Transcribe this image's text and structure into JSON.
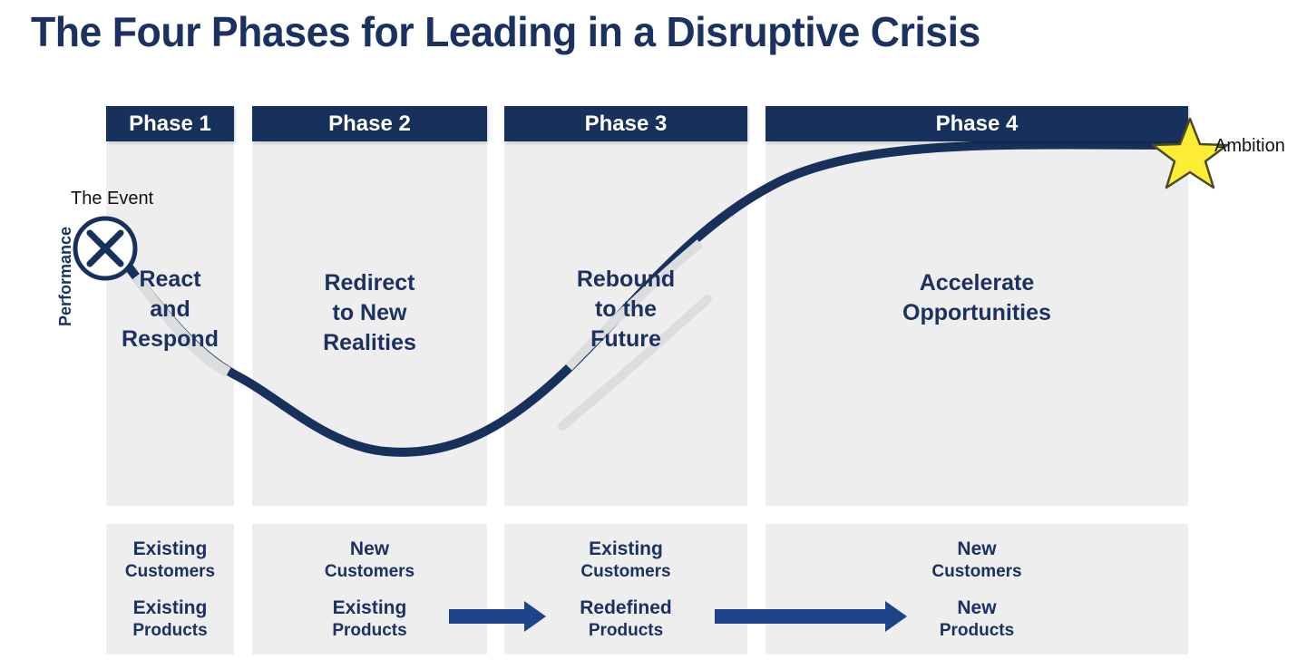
{
  "page": {
    "title": "The Four Phases for Leading in a Disruptive Crisis",
    "axis_label": "Performance",
    "event_label": "The Event",
    "ambition_label": "Ambition"
  },
  "colors": {
    "navy": "#17305c",
    "navy_text": "#1b3260",
    "panel_grey": "#efeeee",
    "arrow_blue": "#1f4288",
    "star_yellow": "#fced32",
    "curve": "#17305c",
    "curve_masked": "#dcdddf",
    "white": "#ffffff",
    "black_text": "#111111"
  },
  "phases": [
    {
      "header": "Phase 1",
      "caption": "React\nand\nRespond",
      "footer_customers": {
        "line1": "Existing",
        "line2": "Customers"
      },
      "footer_products": {
        "line1": "Existing",
        "line2": "Products"
      }
    },
    {
      "header": "Phase 2",
      "caption": "Redirect\nto New\nRealities",
      "footer_customers": {
        "line1": "New",
        "line2": "Customers"
      },
      "footer_products": {
        "line1": "Existing",
        "line2": "Products"
      }
    },
    {
      "header": "Phase 3",
      "caption": "Rebound\nto the\nFuture",
      "footer_customers": {
        "line1": "Existing",
        "line2": "Customers"
      },
      "footer_products": {
        "line1": "Redefined",
        "line2": "Products"
      }
    },
    {
      "header": "Phase 4",
      "caption": "Accelerate\nOpportunities",
      "footer_customers": {
        "line1": "New",
        "line2": "Customers"
      },
      "footer_products": {
        "line1": "New",
        "line2": "Products"
      }
    }
  ],
  "chart_data": {
    "type": "line",
    "title": "The Four Phases for Leading in a Disruptive Crisis",
    "xlabel": "",
    "ylabel": "Performance",
    "grid": false,
    "legend": "none",
    "annotations": [
      {
        "name": "the-event",
        "label": "The Event",
        "marker": "circled-x",
        "x": 0.02,
        "y": 0.72
      },
      {
        "name": "ambition",
        "label": "Ambition",
        "marker": "star",
        "x": 1.0,
        "y": 1.0
      }
    ],
    "categories": [
      "Phase 1",
      "Phase 2",
      "Phase 3",
      "Phase 4"
    ],
    "series": [
      {
        "name": "Performance",
        "x": [
          0.0,
          0.1,
          0.2,
          0.26,
          0.33,
          0.4,
          0.47,
          0.55,
          0.63,
          0.72,
          0.82,
          0.92,
          1.0
        ],
        "y": [
          0.72,
          0.55,
          0.33,
          0.23,
          0.2,
          0.23,
          0.33,
          0.5,
          0.7,
          0.87,
          0.95,
          0.99,
          1.0
        ]
      }
    ]
  },
  "flow_arrows": [
    {
      "name": "arrow-phase2-to-phase3",
      "direction": "right"
    },
    {
      "name": "arrow-phase3-to-phase4",
      "direction": "right"
    }
  ]
}
